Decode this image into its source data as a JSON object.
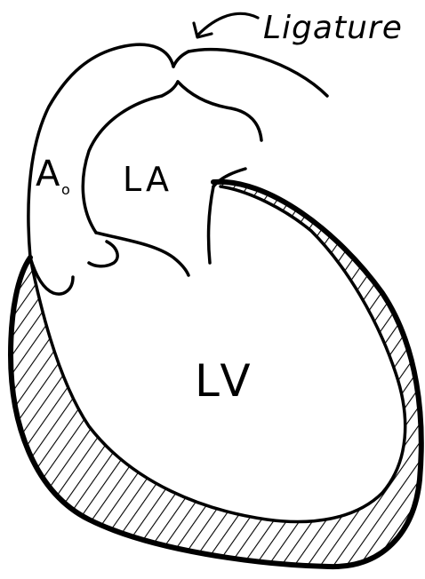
{
  "labels": {
    "ligature": "Ligature",
    "aorta_main": "A",
    "aorta_sub": "o",
    "left_atrium": "LA",
    "left_ventricle": "LV"
  },
  "colors": {
    "ink": "#000000",
    "paper": "#ffffff"
  }
}
